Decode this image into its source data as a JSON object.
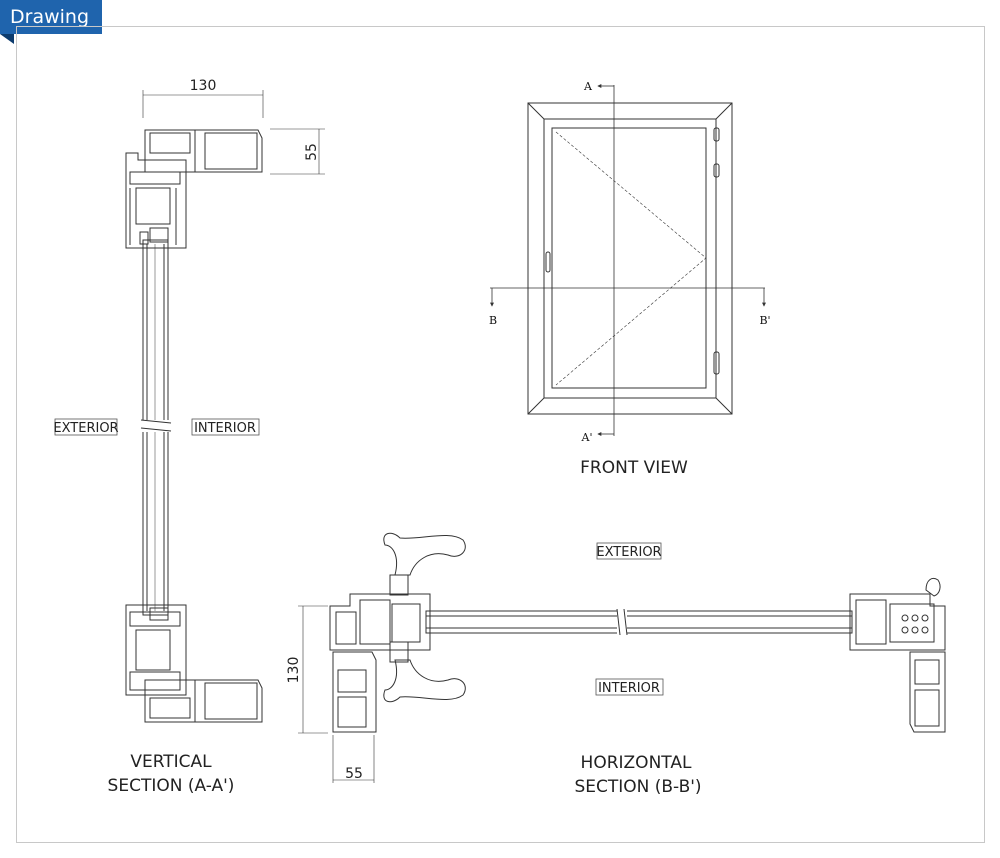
{
  "header": {
    "tab_label": "Drawing"
  },
  "colors": {
    "accent": "#1f64ad",
    "line": "#333333"
  },
  "vertical_section": {
    "dim_width": "130",
    "dim_height": "55",
    "exterior_label": "EXTERIOR",
    "interior_label": "INTERIOR",
    "caption_line1": "VERTICAL",
    "caption_line2": "SECTION (A-A')"
  },
  "front_view": {
    "marker_a": "A",
    "marker_a_prime": "A'",
    "marker_b": "B",
    "marker_b_prime": "B'",
    "caption": "FRONT VIEW"
  },
  "horizontal_section": {
    "exterior_label": "EXTERIOR",
    "interior_label": "INTERIOR",
    "dim_height": "130",
    "dim_width": "55",
    "caption_line1": "HORIZONTAL",
    "caption_line2": "SECTION (B-B')"
  }
}
